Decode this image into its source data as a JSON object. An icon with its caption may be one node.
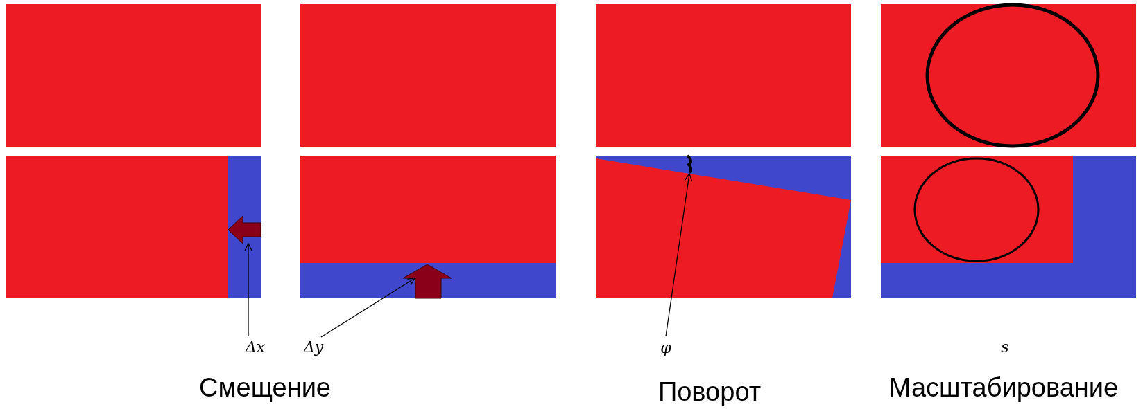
{
  "diagram": {
    "nodes": [
      {
        "text": [
          "Δx"
        ]
      },
      {
        "text": [],
        "shape": "arrow"
      },
      {
        "text": [
          "Δy"
        ]
      },
      {
        "text": [],
        "shape": "arrow"
      },
      {
        "text": [
          "φ"
        ]
      },
      {
        "text": [],
        "shape": "arc"
      }
    ],
    "edges": [
      {
        "from": 0,
        "to": 1,
        "arrow": "to"
      },
      {
        "from": 2,
        "to": 3,
        "arrow": "to"
      },
      {
        "from": 4,
        "to": 5,
        "arrow": "to"
      }
    ],
    "labels": [
      "s",
      "Смещение",
      "Поворот",
      "Масштабирование"
    ]
  }
}
